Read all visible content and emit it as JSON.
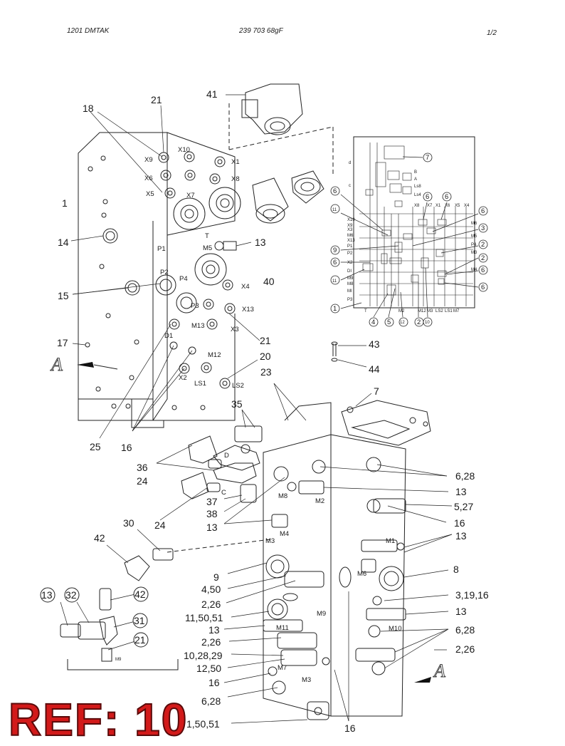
{
  "header": {
    "left": "1201   DMTAK",
    "center": "239 703 68gF",
    "right": "1/2"
  },
  "view_marker": "A",
  "ref_label": "REF: 10",
  "top_block": {
    "callouts": [
      "41",
      "21",
      "18",
      "1",
      "14",
      "15",
      "17",
      "25",
      "16",
      "13",
      "40",
      "21",
      "20",
      "23"
    ],
    "ports": [
      "X9",
      "X10",
      "X1",
      "X6",
      "X8",
      "X5",
      "X7",
      "T",
      "P1",
      "M5",
      "P2",
      "P4",
      "X4",
      "P3",
      "X13",
      "D1",
      "M13",
      "X3",
      "M12",
      "X2",
      "LS1",
      "LS2"
    ]
  },
  "schematic": {
    "circled": [
      "7",
      "6",
      "6",
      "6",
      "11",
      "6",
      "3",
      "9",
      "2",
      "6",
      "2",
      "11",
      "6",
      "6",
      "1",
      "4",
      "5",
      "12",
      "2",
      "10"
    ],
    "small": [
      "d",
      "c",
      "B",
      "A",
      "Ls8",
      "Ls4",
      "X8",
      "X7",
      "X1",
      "X6",
      "X5",
      "X4",
      "X10",
      "X9",
      "X3",
      "M6",
      "X13",
      "P1",
      "P2",
      "X2",
      "DI",
      "M9",
      "M8",
      "MI",
      "P3",
      "T",
      "M2",
      "M12",
      "M3",
      "LS2",
      "LS1",
      "M7",
      "M6",
      "M5",
      "P4",
      "M3",
      "M4"
    ]
  },
  "fasteners": {
    "c43": "43",
    "c44": "44"
  },
  "bottom_block": {
    "callouts": [
      "7",
      "35",
      "36",
      "24",
      "24",
      "37",
      "38",
      "13",
      "30",
      "42",
      "9",
      "4,50",
      "2,26",
      "11,50,51",
      "13",
      "2,26",
      "10,28,29",
      "12,50",
      "16",
      "6,28",
      "1,50,51",
      "16",
      "6,28",
      "13",
      "5,27",
      "16",
      "13",
      "8",
      "3,19,16",
      "13",
      "6,28",
      "2,26"
    ],
    "ports": [
      "D",
      "C",
      "M8",
      "M2",
      "M4",
      "M3",
      "M1",
      "M6",
      "M9",
      "M11",
      "M10",
      "M7",
      "M3"
    ]
  },
  "inset": {
    "circled": [
      "13",
      "32",
      "42",
      "31",
      "21"
    ],
    "port": "M9"
  }
}
